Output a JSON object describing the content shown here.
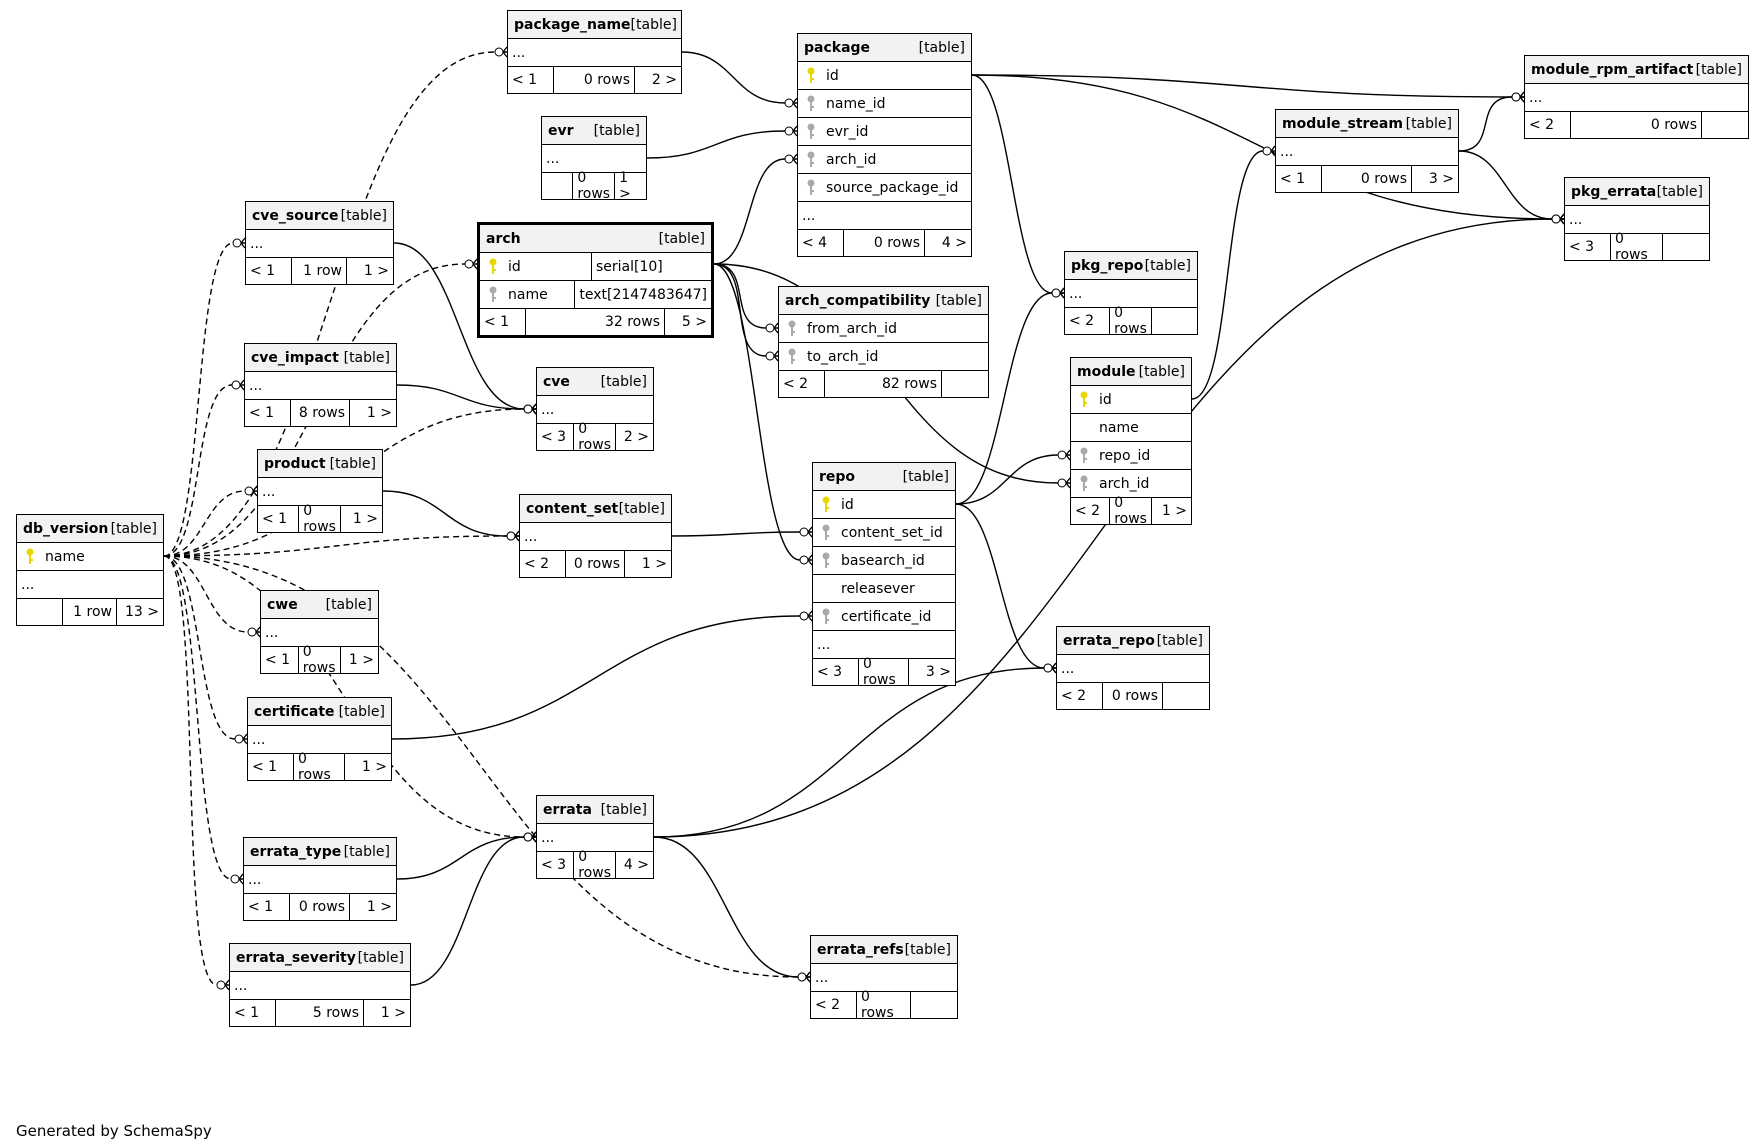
{
  "credit": "Generated by SchemaSpy",
  "table_type_label": "[table]",
  "colors": {
    "pk_key": "#e6d800",
    "fk_key": "#aaaaaa",
    "line": "#000000",
    "header_bg": "#f2f2f2"
  },
  "tables": {
    "db_version": {
      "name": "db_version",
      "columns": [
        {
          "name": "name",
          "key": "pk-key-icon"
        }
      ],
      "more": "...",
      "parents": "",
      "rows": "1 row",
      "children": "13 >"
    },
    "package_name": {
      "name": "package_name",
      "more": "...",
      "parents": "< 1",
      "rows": "0 rows",
      "children": "2 >"
    },
    "evr": {
      "name": "evr",
      "more": "...",
      "parents": "",
      "rows": "0 rows",
      "children": "1 >"
    },
    "arch": {
      "name": "arch",
      "columns": [
        {
          "name": "id",
          "key": "pk-key-icon",
          "type": "serial[10]"
        },
        {
          "name": "name",
          "key": "fk-key-icon",
          "type": "text[2147483647]"
        }
      ],
      "parents": "< 1",
      "rows": "32 rows",
      "children": "5 >"
    },
    "cve_source": {
      "name": "cve_source",
      "more": "...",
      "parents": "< 1",
      "rows": "1 row",
      "children": "1 >"
    },
    "cve_impact": {
      "name": "cve_impact",
      "more": "...",
      "parents": "< 1",
      "rows": "8 rows",
      "children": "1 >"
    },
    "cve": {
      "name": "cve",
      "more": "...",
      "parents": "< 3",
      "rows": "0 rows",
      "children": "2 >"
    },
    "product": {
      "name": "product",
      "more": "...",
      "parents": "< 1",
      "rows": "0 rows",
      "children": "1 >"
    },
    "content_set": {
      "name": "content_set",
      "more": "...",
      "parents": "< 2",
      "rows": "0 rows",
      "children": "1 >"
    },
    "cwe": {
      "name": "cwe",
      "more": "...",
      "parents": "< 1",
      "rows": "0 rows",
      "children": "1 >"
    },
    "certificate": {
      "name": "certificate",
      "more": "...",
      "parents": "< 1",
      "rows": "0 rows",
      "children": "1 >"
    },
    "errata": {
      "name": "errata",
      "more": "...",
      "parents": "< 3",
      "rows": "0 rows",
      "children": "4 >"
    },
    "errata_type": {
      "name": "errata_type",
      "more": "...",
      "parents": "< 1",
      "rows": "0 rows",
      "children": "1 >"
    },
    "errata_severity": {
      "name": "errata_severity",
      "more": "...",
      "parents": "< 1",
      "rows": "5 rows",
      "children": "1 >"
    },
    "package": {
      "name": "package",
      "columns": [
        {
          "name": "id",
          "key": "pk-key-icon"
        },
        {
          "name": "name_id",
          "key": "fk-key-icon"
        },
        {
          "name": "evr_id",
          "key": "fk-key-icon"
        },
        {
          "name": "arch_id",
          "key": "fk-key-icon"
        },
        {
          "name": "source_package_id",
          "key": "fk-key-icon"
        }
      ],
      "more": "...",
      "parents": "< 4",
      "rows": "0 rows",
      "children": "4 >"
    },
    "arch_compatibility": {
      "name": "arch_compatibility",
      "columns": [
        {
          "name": "from_arch_id",
          "key": "fk-key-icon"
        },
        {
          "name": "to_arch_id",
          "key": "fk-key-icon"
        }
      ],
      "parents": "< 2",
      "rows": "82 rows",
      "children": ""
    },
    "repo": {
      "name": "repo",
      "columns": [
        {
          "name": "id",
          "key": "pk-key-icon"
        },
        {
          "name": "content_set_id",
          "key": "fk-key-icon"
        },
        {
          "name": "basearch_id",
          "key": "fk-key-icon"
        },
        {
          "name": "releasever",
          "key": ""
        },
        {
          "name": "certificate_id",
          "key": "fk-key-icon"
        }
      ],
      "more": "...",
      "parents": "< 3",
      "rows": "0 rows",
      "children": "3 >"
    },
    "errata_refs": {
      "name": "errata_refs",
      "more": "...",
      "parents": "< 2",
      "rows": "0 rows",
      "children": ""
    },
    "pkg_repo": {
      "name": "pkg_repo",
      "more": "...",
      "parents": "< 2",
      "rows": "0 rows",
      "children": ""
    },
    "module": {
      "name": "module",
      "columns": [
        {
          "name": "id",
          "key": "pk-key-icon"
        },
        {
          "name": "name",
          "key": ""
        },
        {
          "name": "repo_id",
          "key": "fk-key-icon"
        },
        {
          "name": "arch_id",
          "key": "fk-key-icon"
        }
      ],
      "parents": "< 2",
      "rows": "0 rows",
      "children": "1 >"
    },
    "errata_repo": {
      "name": "errata_repo",
      "more": "...",
      "parents": "< 2",
      "rows": "0 rows",
      "children": ""
    },
    "module_stream": {
      "name": "module_stream",
      "more": "...",
      "parents": "< 1",
      "rows": "0 rows",
      "children": "3 >"
    },
    "module_rpm_artifact": {
      "name": "module_rpm_artifact",
      "more": "...",
      "parents": "< 2",
      "rows": "0 rows",
      "children": ""
    },
    "pkg_errata": {
      "name": "pkg_errata",
      "more": "...",
      "parents": "< 3",
      "rows": "0 rows",
      "children": ""
    }
  }
}
